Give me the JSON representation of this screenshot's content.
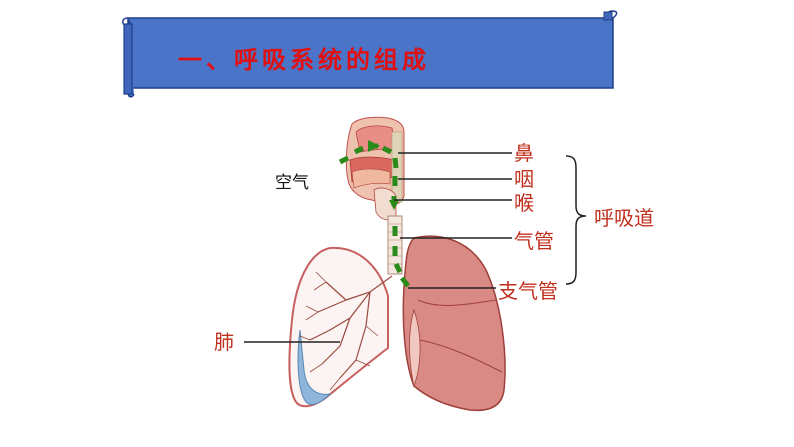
{
  "slide": {
    "title": "一、呼吸系统的组成"
  },
  "diagram": {
    "air_label": "空气",
    "labels": {
      "nose": "鼻",
      "pharynx": "咽",
      "larynx": "喉",
      "trachea": "气管",
      "bronchus": "支气管",
      "lung": "肺",
      "respiratory_tract": "呼吸道"
    }
  },
  "colors": {
    "banner_fill": "#4a74c8",
    "banner_stroke": "#1f3f8a",
    "title_red": "#e01010",
    "label_red": "#c0301e",
    "airflow_green": "#2a8a1a",
    "lung_pink": "#d97f7a",
    "lung_blue": "#7fa9d4"
  }
}
